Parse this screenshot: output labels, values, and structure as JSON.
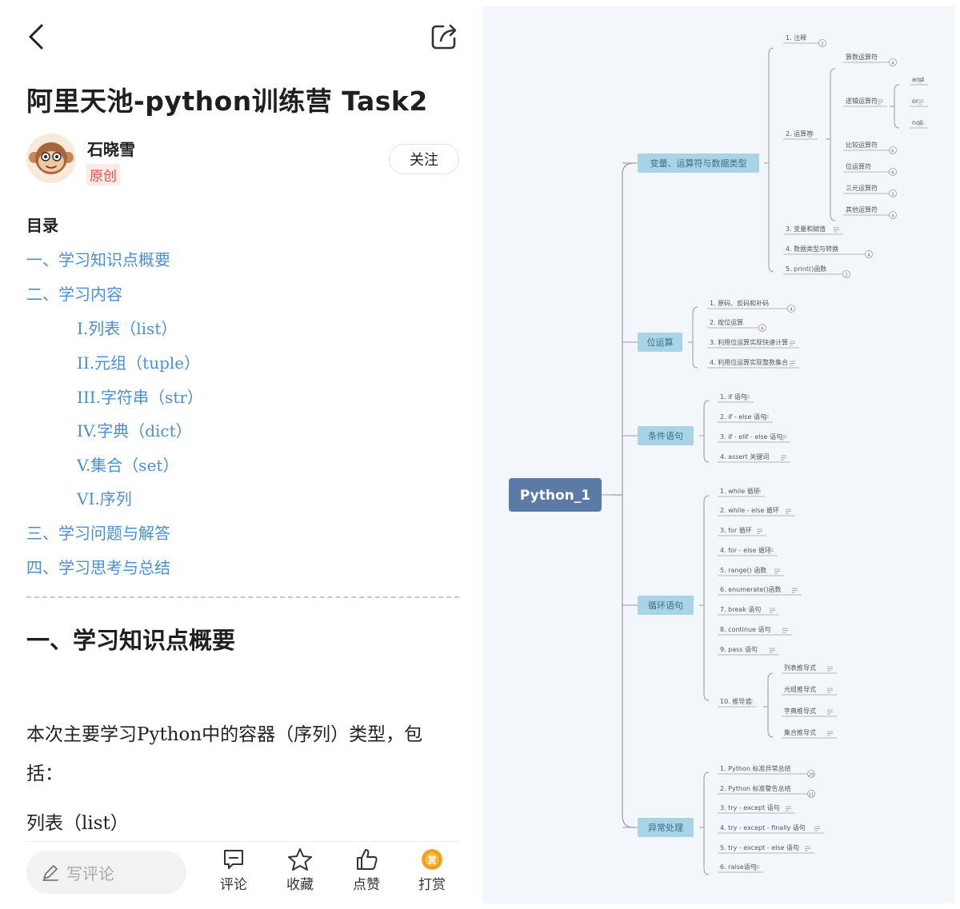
{
  "article": {
    "title": "阿里天池-python训练营 Task2",
    "author": "石晓雪",
    "badge": "原创",
    "follow_label": "关注"
  },
  "toc": {
    "heading": "目录",
    "items": [
      {
        "label": "一、学习知识点概要",
        "level": 1
      },
      {
        "label": "二、学习内容",
        "level": 1
      },
      {
        "label": "I.列表（list）",
        "level": 2
      },
      {
        "label": "II.元组（tuple）",
        "level": 2
      },
      {
        "label": "III.字符串（str）",
        "level": 2
      },
      {
        "label": "IV.字典（dict）",
        "level": 2
      },
      {
        "label": "V.集合（set）",
        "level": 2
      },
      {
        "label": "VI.序列",
        "level": 2
      },
      {
        "label": "三、学习问题与解答",
        "level": 1
      },
      {
        "label": "四、学习思考与总结",
        "level": 1
      }
    ]
  },
  "content": {
    "section_title": "一、学习知识点概要",
    "paragraph": "本次主要学习Python中的容器（序列）类型，包括：",
    "line": "列表（list）"
  },
  "bottom_bar": {
    "comment_placeholder": "写评论",
    "actions": [
      {
        "name": "comment",
        "label": "评论"
      },
      {
        "name": "favorite",
        "label": "收藏"
      },
      {
        "name": "like",
        "label": "点赞"
      },
      {
        "name": "reward",
        "label": "打赏"
      }
    ],
    "reward_glyph": "赏"
  },
  "mindmap": {
    "root": "Python_1",
    "categories": [
      {
        "label": "变量、运算符与数据类型",
        "children": [
          {
            "label": "1. 注释",
            "badge": "2"
          },
          {
            "label": "2. 运算符",
            "children": [
              {
                "label": "算数运算符",
                "badge": "4"
              },
              {
                "label": "逻辑运算符",
                "children": [
                  "and",
                  "or",
                  "not"
                ]
              },
              {
                "label": "比较运算符",
                "badge": "6"
              },
              {
                "label": "位运算符",
                "badge": "6"
              },
              {
                "label": "三元运算符",
                "badge": "3"
              },
              {
                "label": "其他运算符",
                "badge": "4"
              }
            ]
          },
          {
            "label": "3. 变量和赋值"
          },
          {
            "label": "4. 数据类型与转换",
            "badge": "4"
          },
          {
            "label": "5. print()函数",
            "badge": "2"
          }
        ]
      },
      {
        "label": "位运算",
        "children": [
          {
            "label": "1. 原码、反码和补码",
            "badge": "4"
          },
          {
            "label": "2. 按位运算",
            "badge": "6"
          },
          {
            "label": "3. 利用位运算实现快速计算"
          },
          {
            "label": "4. 利用位运算实现整数集合"
          }
        ]
      },
      {
        "label": "条件语句",
        "children": [
          {
            "label": "1. if 语句"
          },
          {
            "label": "2. if - else 语句"
          },
          {
            "label": "3. if - elif - else 语句"
          },
          {
            "label": "4. assert 关键词"
          }
        ]
      },
      {
        "label": "循环语句",
        "children": [
          {
            "label": "1. while 循环"
          },
          {
            "label": "2. while - else 循环"
          },
          {
            "label": "3. for 循环"
          },
          {
            "label": "4. for - else 循环"
          },
          {
            "label": "5. range() 函数"
          },
          {
            "label": "6. enumerate()函数"
          },
          {
            "label": "7. break 语句"
          },
          {
            "label": "8. continue 语句"
          },
          {
            "label": "9. pass 语句"
          },
          {
            "label": "10. 推导式",
            "children": [
              "列表推导式",
              "元组推导式",
              "字典推导式",
              "集合推导式"
            ]
          }
        ]
      },
      {
        "label": "异常处理",
        "children": [
          {
            "label": "1. Python 标准异常总结",
            "badge": "29"
          },
          {
            "label": "2. Python 标准警告总结",
            "badge": "11"
          },
          {
            "label": "3. try - except 语句"
          },
          {
            "label": "4. try - except - finally 语句"
          },
          {
            "label": "5. try - except - else 语句"
          },
          {
            "label": "6. raise语句"
          }
        ]
      }
    ]
  },
  "colors": {
    "toc_link": "#4a90d0",
    "root_fill": "#5b7aa6",
    "category_fill": "#a8d4e6",
    "mindmap_bg": "#f3f7fb",
    "badge_red": "#e0524e",
    "reward_gold": "#f5a623"
  }
}
